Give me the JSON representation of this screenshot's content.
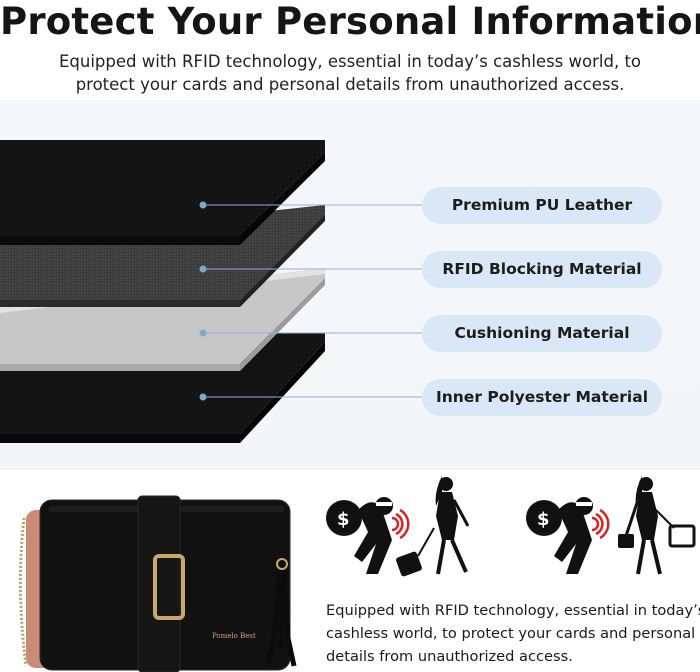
{
  "header": {
    "title": "Protect Your Personal Information",
    "subtitle_line1": "Equipped with RFID technology, essential in today’s cashless world, to",
    "subtitle_line2": "protect your cards and personal details from unauthorized access."
  },
  "layers": [
    {
      "label": "Premium PU Leather"
    },
    {
      "label": "RFID Blocking Material"
    },
    {
      "label": "Cushioning Material"
    },
    {
      "label": "Inner Polyester Material"
    }
  ],
  "wallet": {
    "brand": "Pomelo Best"
  },
  "illustration": {
    "icons": [
      "thief-icon",
      "rfid-signal-icon",
      "woman-icon",
      "suitcase-icon",
      "handbag-icon"
    ]
  },
  "footer": {
    "line1": "Equipped with RFID technology, essential in today’s",
    "line2": "cashless world, to protect your cards and personal",
    "line3": "details from unauthorized access."
  },
  "colors": {
    "pill_bg": "#d9e7f7",
    "leader_line": "#8fb2d6",
    "dot": "#7fa6d0"
  }
}
